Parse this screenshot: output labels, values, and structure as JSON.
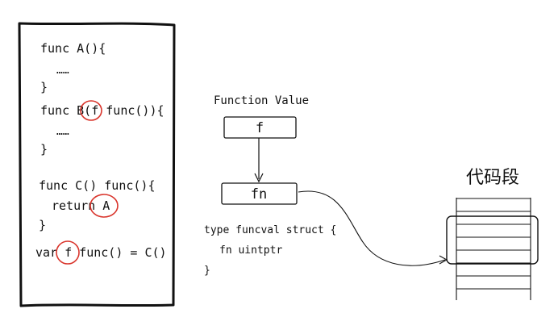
{
  "code_panel": {
    "lines": [
      "func A(){",
      "……",
      "}",
      "func B(f func()){",
      "……",
      "}",
      "func C() func(){",
      "return A",
      "}",
      "var f func() = C()"
    ]
  },
  "diagram": {
    "title": "Function Value",
    "box_f": "f",
    "box_fn": "fn",
    "struct_lines": [
      "type funcval struct {",
      "fn uintptr",
      "}"
    ],
    "code_segment_label": "代码段"
  },
  "colors": {
    "ink": "#111111",
    "highlight": "#d9342b"
  }
}
